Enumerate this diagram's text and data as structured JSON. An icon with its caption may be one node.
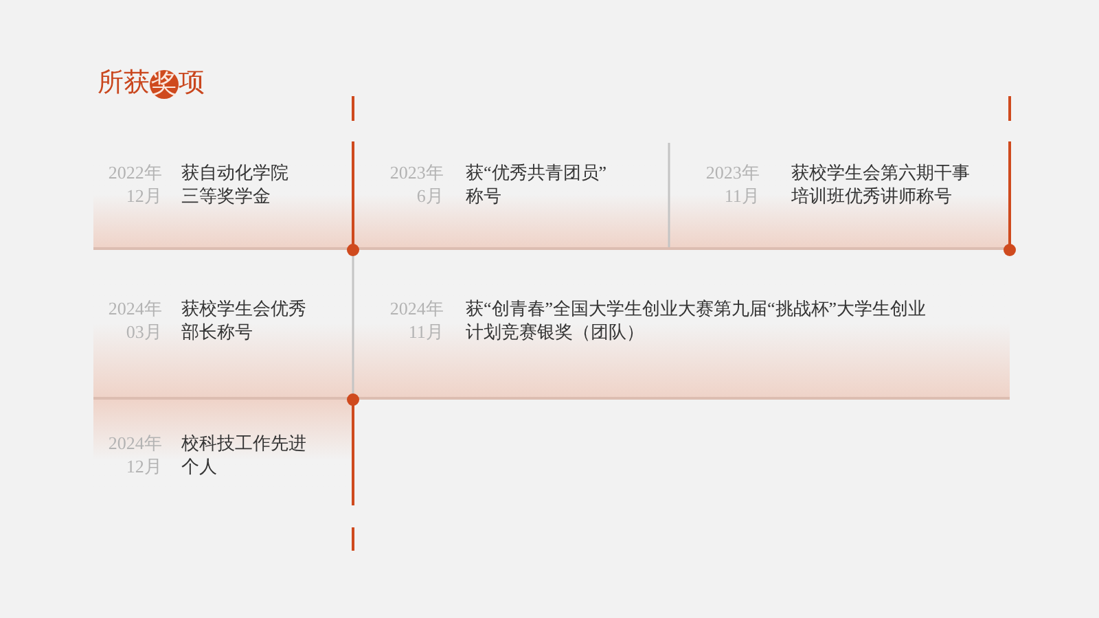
{
  "diagram": {
    "title": "所获奖项",
    "nodes": [
      {
        "text": [
          "2022年12月",
          "获自动化学院三等奖学金"
        ]
      },
      {
        "text": [
          "2023年6月",
          "获“优秀共青团员”称号"
        ]
      },
      {
        "text": [
          "2023年11月",
          "获校学生会第六期干事培训班优秀讲师称号"
        ]
      },
      {
        "text": [
          "2024年03月",
          "获校学生会优秀部长称号"
        ]
      },
      {
        "text": [
          "2024年11月",
          "获“创青春”全国大学生创业大赛第九届“挑战杯”大学生创业计划竞赛银奖（团队）"
        ]
      },
      {
        "text": [
          "2024年12月",
          "校科技工作先进个人"
        ]
      }
    ]
  }
}
